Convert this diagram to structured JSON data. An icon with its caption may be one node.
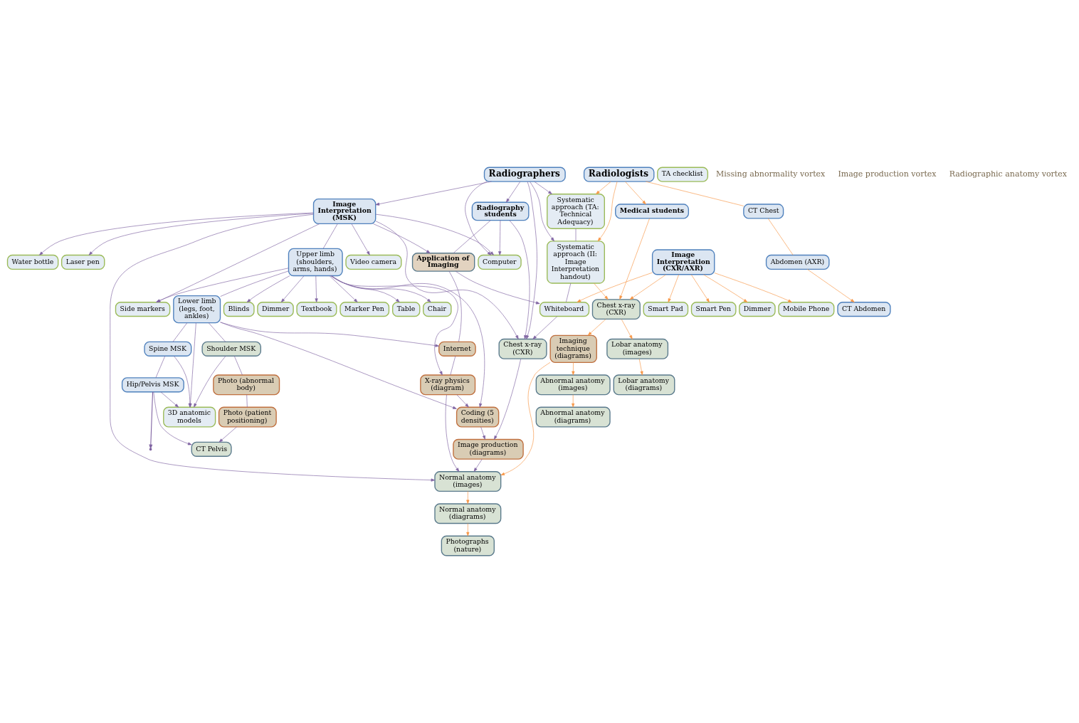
{
  "diagram": {
    "nodes": [
      {
        "text": [
          "Radiographers"
        ]
      },
      {
        "text": [
          "Radiography students"
        ]
      },
      {
        "text": [
          "Image Interpretation (MSK)"
        ]
      },
      {
        "text": [
          "Computer"
        ]
      },
      {
        "text": [
          "Water bottle"
        ]
      },
      {
        "text": [
          "Laser pen"
        ]
      },
      {
        "text": [
          "Side markers"
        ]
      },
      {
        "text": [
          "Video camera"
        ]
      },
      {
        "text": [
          "Textbook"
        ]
      },
      {
        "text": [
          "Marker Pen"
        ]
      },
      {
        "text": [
          "Table"
        ]
      },
      {
        "text": [
          "Chair"
        ]
      },
      {
        "text": [
          "Blinds"
        ]
      },
      {
        "text": [
          "Dimmer"
        ]
      },
      {
        "text": [
          "3D anatomic models"
        ]
      },
      {
        "text": [
          "Upper limb (shoulders, arms, hands)"
        ]
      },
      {
        "text": [
          "Lower limb (legs, foot, ankles)"
        ]
      },
      {
        "text": [
          "Spine MSK"
        ]
      },
      {
        "text": [
          "Hip/Pelvis MSK"
        ]
      },
      {
        "text": [
          "Application of Imaging"
        ]
      },
      {
        "text": [
          "Internet"
        ]
      },
      {
        "text": [
          "X-ray physics (diagram)"
        ]
      },
      {
        "text": [
          "Coding (5 densities)"
        ]
      },
      {
        "text": [
          "Shoulder MSK"
        ]
      },
      {
        "text": [
          "Photo (abnormal body)"
        ]
      },
      {
        "text": [
          "Photo (patient positioning)"
        ]
      },
      {
        "text": [
          "CT Pelvis"
        ]
      },
      {
        "text": [
          "Systematic approach (TA: Technical Adequacy)"
        ]
      },
      {
        "text": [
          "TA checklist"
        ]
      },
      {
        "text": [
          "Systematic approach (II: Image Interpretation handout)"
        ]
      },
      {
        "text": [
          "Whiteboard"
        ]
      },
      {
        "text": [
          "Chest x-ray (CXR)"
        ]
      },
      {
        "text": [
          "Chest x-ray (CXR)"
        ]
      },
      {
        "text": [
          "Image production (diagrams)"
        ]
      },
      {
        "text": [
          "Imaging technique (diagrams)"
        ]
      },
      {
        "text": [
          "Normal anatomy (images)"
        ]
      },
      {
        "text": [
          "Abnormal anatomy (images)"
        ]
      },
      {
        "text": [
          "Normal anatomy (diagrams)"
        ]
      },
      {
        "text": [
          "Abnormal anatomy (diagrams)"
        ]
      },
      {
        "text": [
          "Photographs (nature)"
        ]
      },
      {
        "text": [
          "Radiologists"
        ]
      },
      {
        "text": [
          "Medical students"
        ]
      },
      {
        "text": [
          "Image Interpretation (CXR/AXR)"
        ]
      },
      {
        "text": [
          "Mobile Phone"
        ]
      },
      {
        "text": [
          "Smart Pad"
        ]
      },
      {
        "text": [
          "Smart Pen"
        ]
      },
      {
        "text": [
          "Dimmer"
        ]
      },
      {
        "text": [
          "Lobar anatomy (images)"
        ]
      },
      {
        "text": [
          "Lobar anatomy (diagrams)"
        ]
      },
      {
        "text": [
          "CT Chest"
        ]
      },
      {
        "text": [
          "Abdomen (AXR)"
        ]
      },
      {
        "text": [
          "CT Abdomen"
        ]
      }
    ],
    "edges": [
      {
        "from": 0,
        "to": 3,
        "arrow": "to"
      },
      {
        "from": 0,
        "to": 1,
        "arrow": "to"
      },
      {
        "from": 0,
        "to": 2,
        "arrow": "to"
      },
      {
        "from": 0,
        "to": 27,
        "arrow": "to"
      },
      {
        "from": 0,
        "to": 29,
        "arrow": "to"
      },
      {
        "from": 0,
        "to": 31,
        "arrow": "to"
      },
      {
        "from": 1,
        "to": 3,
        "arrow": "to"
      },
      {
        "from": 1,
        "to": 31,
        "arrow": "to"
      },
      {
        "from": 1,
        "to": 19,
        "arrow": "none"
      },
      {
        "from": 2,
        "to": 3,
        "arrow": "to"
      },
      {
        "from": 2,
        "to": 4,
        "arrow": "to"
      },
      {
        "from": 2,
        "to": 5,
        "arrow": "to"
      },
      {
        "from": 2,
        "to": 6,
        "arrow": "to"
      },
      {
        "from": 2,
        "to": 7,
        "arrow": "to"
      },
      {
        "from": 2,
        "to": 19,
        "arrow": "to"
      },
      {
        "from": 2,
        "to": 31,
        "arrow": "to"
      },
      {
        "from": 2,
        "to": 35,
        "arrow": "to"
      },
      {
        "from": 2,
        "to": 15,
        "arrow": "none"
      },
      {
        "from": 15,
        "to": 16,
        "arrow": "none"
      },
      {
        "from": 16,
        "to": 17,
        "arrow": "none"
      },
      {
        "from": 17,
        "to": 18,
        "arrow": "none"
      },
      {
        "from": 15,
        "to": 6,
        "arrow": "to"
      },
      {
        "from": 15,
        "to": 8,
        "arrow": "to"
      },
      {
        "from": 15,
        "to": 9,
        "arrow": "to"
      },
      {
        "from": 15,
        "to": 10,
        "arrow": "to"
      },
      {
        "from": 15,
        "to": 11,
        "arrow": "to"
      },
      {
        "from": 15,
        "to": 12,
        "arrow": "to"
      },
      {
        "from": 15,
        "to": 13,
        "arrow": "to"
      },
      {
        "from": 15,
        "to": 21,
        "arrow": "to"
      },
      {
        "from": 15,
        "to": 22,
        "arrow": "to"
      },
      {
        "from": 16,
        "to": 14,
        "arrow": "to"
      },
      {
        "from": 16,
        "to": 20,
        "arrow": "to"
      },
      {
        "from": 16,
        "to": 22,
        "arrow": "to"
      },
      {
        "from": 16,
        "to": 23,
        "arrow": "none"
      },
      {
        "from": 17,
        "to": 14,
        "arrow": "to"
      },
      {
        "from": 18,
        "to": 14,
        "arrow": "to"
      },
      {
        "from": 18,
        "to": 26,
        "arrow": "to"
      },
      {
        "from": 18,
        "to": null,
        "arrow": "to"
      },
      {
        "from": 23,
        "to": 14,
        "arrow": "to"
      },
      {
        "from": 19,
        "to": 30,
        "arrow": "to"
      },
      {
        "from": 19,
        "to": 20,
        "arrow": "none"
      },
      {
        "from": 20,
        "to": 21,
        "arrow": "none"
      },
      {
        "from": 21,
        "to": 22,
        "arrow": "to"
      },
      {
        "from": 22,
        "to": 33,
        "arrow": "to"
      },
      {
        "from": 21,
        "to": 35,
        "arrow": "to"
      },
      {
        "from": 23,
        "to": 24,
        "arrow": "none"
      },
      {
        "from": 24,
        "to": 25,
        "arrow": "none"
      },
      {
        "from": 25,
        "to": 26,
        "arrow": "to"
      },
      {
        "from": 27,
        "to": 29,
        "arrow": "none"
      },
      {
        "from": 29,
        "to": 30,
        "arrow": "none"
      },
      {
        "from": 30,
        "to": 31,
        "arrow": "to"
      },
      {
        "from": 31,
        "to": 33,
        "arrow": "to"
      },
      {
        "from": 33,
        "to": 35,
        "arrow": "to"
      },
      {
        "from": 40,
        "to": 27,
        "arrow": "to",
        "color": "#f79646"
      },
      {
        "from": 40,
        "to": 29,
        "arrow": "to",
        "color": "#f79646"
      },
      {
        "from": 40,
        "to": 41,
        "arrow": "to",
        "color": "#f79646"
      },
      {
        "from": 40,
        "to": 49,
        "arrow": "none",
        "color": "#f79646"
      },
      {
        "from": 49,
        "to": 50,
        "arrow": "none",
        "color": "#f79646"
      },
      {
        "from": 50,
        "to": 51,
        "arrow": "to",
        "color": "#f79646"
      },
      {
        "from": 41,
        "to": 32,
        "arrow": "to",
        "color": "#f79646"
      },
      {
        "from": 42,
        "to": 30,
        "arrow": "to",
        "color": "#f79646"
      },
      {
        "from": 42,
        "to": 32,
        "arrow": "to",
        "color": "#f79646"
      },
      {
        "from": 42,
        "to": 43,
        "arrow": "to",
        "color": "#f79646"
      },
      {
        "from": 42,
        "to": 44,
        "arrow": "to",
        "color": "#f79646"
      },
      {
        "from": 42,
        "to": 45,
        "arrow": "to",
        "color": "#f79646"
      },
      {
        "from": 42,
        "to": 46,
        "arrow": "to",
        "color": "#f79646"
      },
      {
        "from": 29,
        "to": 32,
        "arrow": "to",
        "color": "#f79646"
      },
      {
        "from": 32,
        "to": 34,
        "arrow": "to",
        "color": "#f79646"
      },
      {
        "from": 32,
        "to": 47,
        "arrow": "to",
        "color": "#f79646"
      },
      {
        "from": 34,
        "to": 35,
        "arrow": "to",
        "color": "#f79646"
      },
      {
        "from": 34,
        "to": 36,
        "arrow": "to",
        "color": "#f79646"
      },
      {
        "from": 35,
        "to": 37,
        "arrow": "to",
        "color": "#f79646"
      },
      {
        "from": 36,
        "to": 38,
        "arrow": "to",
        "color": "#f79646"
      },
      {
        "from": 37,
        "to": 39,
        "arrow": "to",
        "color": "#f79646"
      },
      {
        "from": 47,
        "to": 48,
        "arrow": "to",
        "color": "#f79646"
      }
    ],
    "labels": [
      "Missing abnormality vortex",
      "Image production vortex",
      "Radiographic anatomy vortex"
    ]
  }
}
